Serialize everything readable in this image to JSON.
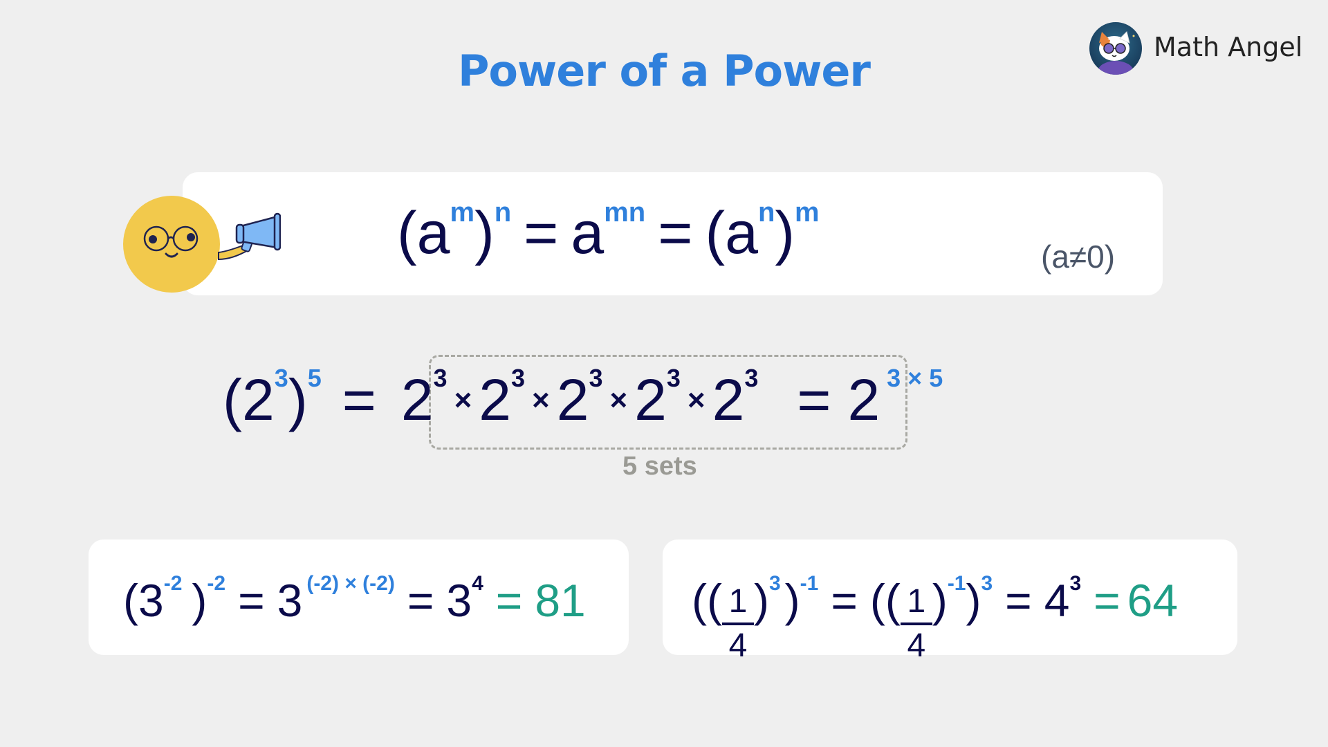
{
  "header": {
    "title": "Power of a Power",
    "brand": {
      "name": "Math Angel",
      "logo_icon": "cat-with-sunglasses-avatar"
    }
  },
  "colors": {
    "accent_blue": "#2f80dc",
    "text_navy": "#0b0b4a",
    "result_green": "#1f9e86",
    "muted_gray": "#9a9a94",
    "background": "#efefef",
    "card": "#ffffff",
    "mascot_yellow": "#f2c94c",
    "megaphone_blue": "#7fb8f5"
  },
  "rule": {
    "mascot_icon": "smiley-with-glasses-megaphone",
    "lhs": {
      "base": "a",
      "inner_exp": "m",
      "outer_exp": "n",
      "open": "(",
      "close": ")"
    },
    "eq1": "=",
    "mid": {
      "base": "a",
      "exp": "mn"
    },
    "eq2": "=",
    "rhs": {
      "base": "a",
      "inner_exp": "n",
      "outer_exp": "m",
      "open": "(",
      "close": ")"
    },
    "condition": "(a≠0)"
  },
  "example": {
    "lhs": {
      "open": "(",
      "base": "2",
      "inner_exp": "3",
      "close": ")",
      "outer_exp": "5"
    },
    "eq1": "=",
    "expansion": [
      {
        "base": "2",
        "exp": "3"
      },
      {
        "base": "2",
        "exp": "3"
      },
      {
        "base": "2",
        "exp": "3"
      },
      {
        "base": "2",
        "exp": "3"
      },
      {
        "base": "2",
        "exp": "3"
      }
    ],
    "times": "×",
    "eq2": "=",
    "result": {
      "base": "2",
      "exp": "3 × 5"
    },
    "box_label": "5 sets"
  },
  "card_left": {
    "open": "(",
    "base": "3",
    "inner_exp": "-2",
    "close": ")",
    "outer_exp": "-2",
    "eq1": "=",
    "step1_base": "3",
    "step1_exp": "(-2) × (-2)",
    "eq2": "=",
    "step2_base": "3",
    "step2_exp": "4",
    "eq3": "=",
    "result": "81"
  },
  "card_right": {
    "open": "((",
    "num": "1",
    "den": "4",
    "inner_close": ")",
    "inner_exp": "3",
    "close": ")",
    "outer_exp": "-1",
    "eq1": "=",
    "step1_open": "((",
    "step1_num": "1",
    "step1_den": "4",
    "step1_inner_close": ")",
    "step1_inner_exp": "-1",
    "step1_close": ")",
    "step1_outer_exp": "3",
    "eq2": "=",
    "step2_base": "4",
    "step2_exp": "3",
    "eq3": "=",
    "result": "64"
  }
}
